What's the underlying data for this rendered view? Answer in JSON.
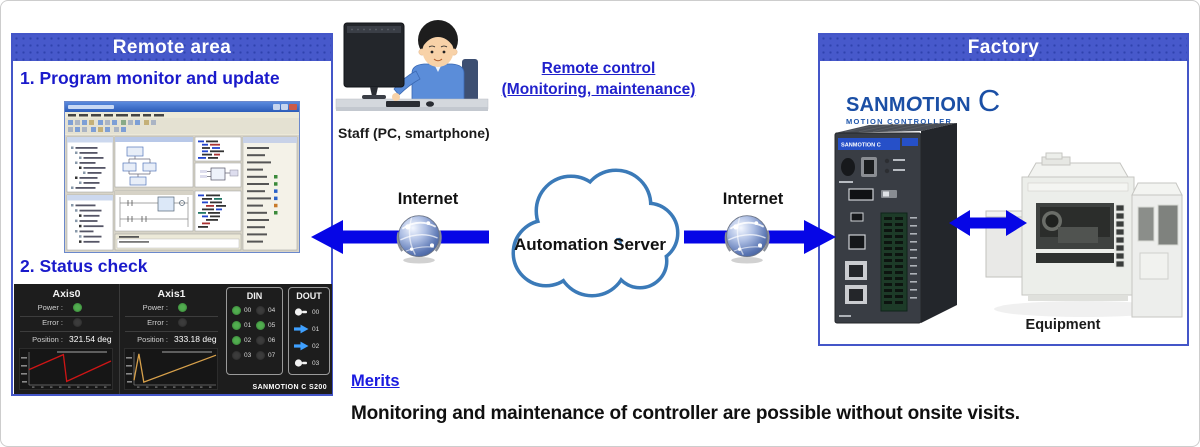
{
  "colors": {
    "box_border": "#4456c8",
    "header_bg": "#4759cb",
    "heading_text": "#1a1acb",
    "link_text": "#2121cc",
    "arrow_blue": "#0606e6",
    "cloud_stroke": "#3b7ab8",
    "status_panel_bg": "#1d1d1d",
    "led_on": "#52ad50",
    "led_off": "#3c3c3c",
    "dout_on": "#3fa0ff",
    "logo_blue": "#1b4fa5"
  },
  "remote_area": {
    "title": "Remote area",
    "item1": "1. Program monitor and update",
    "item2": "2. Status check"
  },
  "status_panel": {
    "footer": "SANMOTION C S200",
    "axes": [
      {
        "name": "Axis0",
        "power_label": "Power :",
        "error_label": "Error :",
        "position_label": "Position :",
        "position": "321.54 deg",
        "power_on": true,
        "error_on": false,
        "line_color": "#cf1515",
        "chart_points_pct": [
          [
            0,
            55
          ],
          [
            42,
            8
          ],
          [
            46,
            92
          ],
          [
            100,
            28
          ]
        ]
      },
      {
        "name": "Axis1",
        "power_label": "Power :",
        "error_label": "Error :",
        "position_label": "Position :",
        "position": "333.18 deg",
        "power_on": true,
        "error_on": false,
        "line_color": "#d8a14b",
        "chart_points_pct": [
          [
            0,
            88
          ],
          [
            6,
            6
          ],
          [
            12,
            94
          ],
          [
            100,
            10
          ]
        ]
      }
    ],
    "din": {
      "title": "DIN",
      "channels": [
        {
          "label": "00",
          "on": true
        },
        {
          "label": "04",
          "on": false
        },
        {
          "label": "01",
          "on": true
        },
        {
          "label": "05",
          "on": true
        },
        {
          "label": "02",
          "on": true
        },
        {
          "label": "06",
          "on": false
        },
        {
          "label": "03",
          "on": false
        },
        {
          "label": "07",
          "on": false
        }
      ]
    },
    "dout": {
      "title": "DOUT",
      "channels": [
        {
          "label": "00",
          "on": false
        },
        {
          "label": "01",
          "on": true
        },
        {
          "label": "02",
          "on": true
        },
        {
          "label": "03",
          "on": false
        }
      ]
    }
  },
  "staff": {
    "label": "Staff (PC, smartphone)"
  },
  "remote_control": {
    "line1": "Remote control",
    "line2": "(Monitoring, maintenance)"
  },
  "network": {
    "internet_left": "Internet",
    "internet_right": "Internet",
    "cloud_label": "Automation Server"
  },
  "factory": {
    "title": "Factory",
    "logo_main_1": "SANM",
    "logo_o": "O",
    "logo_main_2": "TION",
    "logo_c": "C",
    "logo_sub": "MOTION CONTROLLER",
    "device_label": "SANMOTION C",
    "equipment_label": "Equipment"
  },
  "merits": {
    "title": "Merits",
    "text": "Monitoring and maintenance of controller are possible without onsite visits."
  }
}
